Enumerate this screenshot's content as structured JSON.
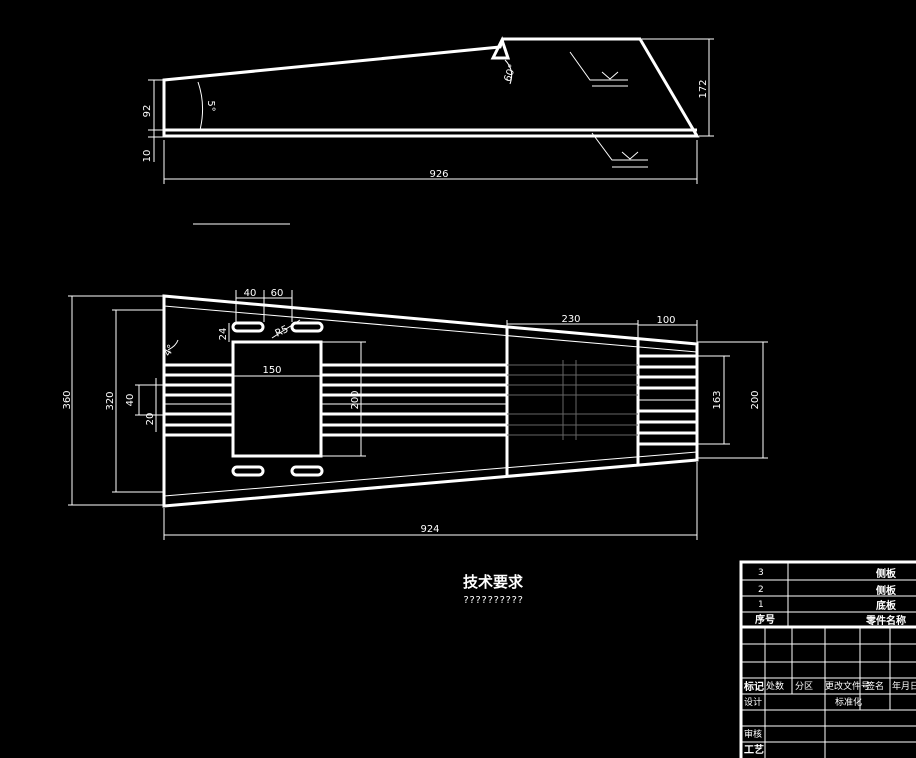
{
  "top_view": {
    "dim_length": "926",
    "dim_height_left": "92",
    "dim_thickness": "10",
    "dim_height_right": "172",
    "angle_5": "5°",
    "angle_60": "60°"
  },
  "plan_view": {
    "dim_total_length": "924",
    "dim_width_360": "360",
    "dim_width_320": "320",
    "dim_40_left": "40",
    "dim_20": "20",
    "dim_slot_40": "40",
    "dim_slot_60": "60",
    "dim_24": "24",
    "dim_r5": "R5",
    "dim_angle": "4°",
    "dim_150": "150",
    "dim_200_center": "200",
    "dim_230": "230",
    "dim_100": "100",
    "dim_163": "163",
    "dim_200_right": "200"
  },
  "tech_requirements": {
    "title": "技术要求",
    "body": "??????????"
  },
  "title_block": {
    "parts": [
      {
        "no": "3",
        "name": "侧板"
      },
      {
        "no": "2",
        "name": "侧板"
      },
      {
        "no": "1",
        "name": "底板"
      }
    ],
    "header_no": "序号",
    "header_name": "零件名称",
    "sign_row": [
      "标记",
      "处数",
      "分区",
      "更改文件号",
      "签名",
      "年月日"
    ],
    "design": "设计",
    "standard": "标准化",
    "review": "审核",
    "process": "工艺"
  }
}
